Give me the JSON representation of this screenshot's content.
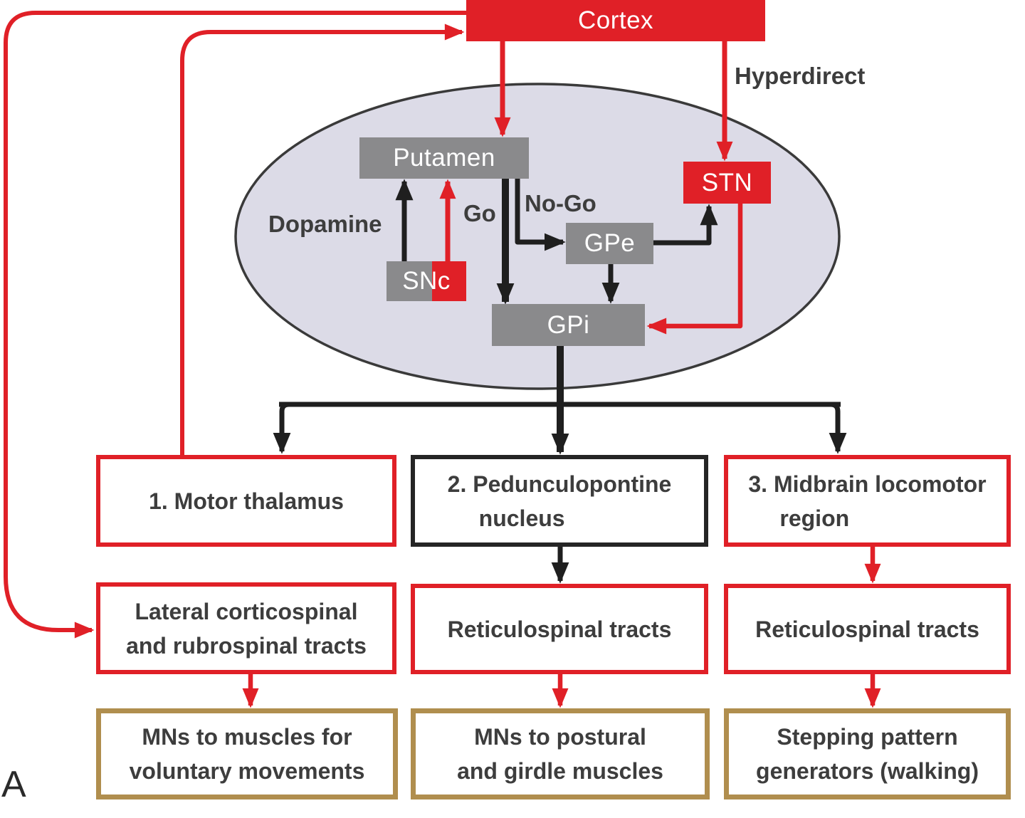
{
  "figure": {
    "panel_label": "A",
    "colors": {
      "red": "#e02027",
      "gray_node_fill": "#8a8a8c",
      "tan_border": "#b08e4e",
      "ellipse_fill": "#dcdbe7",
      "black_line": "#1f1f1f",
      "text_dark": "#3d3d3d"
    },
    "nodes": {
      "cortex": "Cortex",
      "putamen": "Putamen",
      "snc": "SNc",
      "stn": "STN",
      "gpe": "GPe",
      "gpi": "GPi"
    },
    "pathway_labels": {
      "hyperdirect": "Hyperdirect",
      "dopamine": "Dopamine",
      "go": "Go",
      "no_go": "No-Go"
    },
    "targets": [
      {
        "lines": [
          "1. Motor thalamus",
          ""
        ]
      },
      {
        "lines": [
          "2. Pedunculopontine",
          "nucleus"
        ]
      },
      {
        "lines": [
          "3. Midbrain locomotor",
          "region"
        ]
      }
    ],
    "tracts": [
      {
        "lines": [
          "Lateral corticospinal",
          "and rubrospinal tracts"
        ]
      },
      {
        "lines": [
          "Reticulospinal tracts",
          ""
        ]
      },
      {
        "lines": [
          "Reticulospinal tracts",
          ""
        ]
      }
    ],
    "outputs": [
      {
        "lines": [
          "MNs to muscles for",
          "voluntary movements"
        ]
      },
      {
        "lines": [
          "MNs to postural",
          "and girdle muscles"
        ]
      },
      {
        "lines": [
          "Stepping pattern",
          "generators (walking)"
        ]
      }
    ]
  }
}
